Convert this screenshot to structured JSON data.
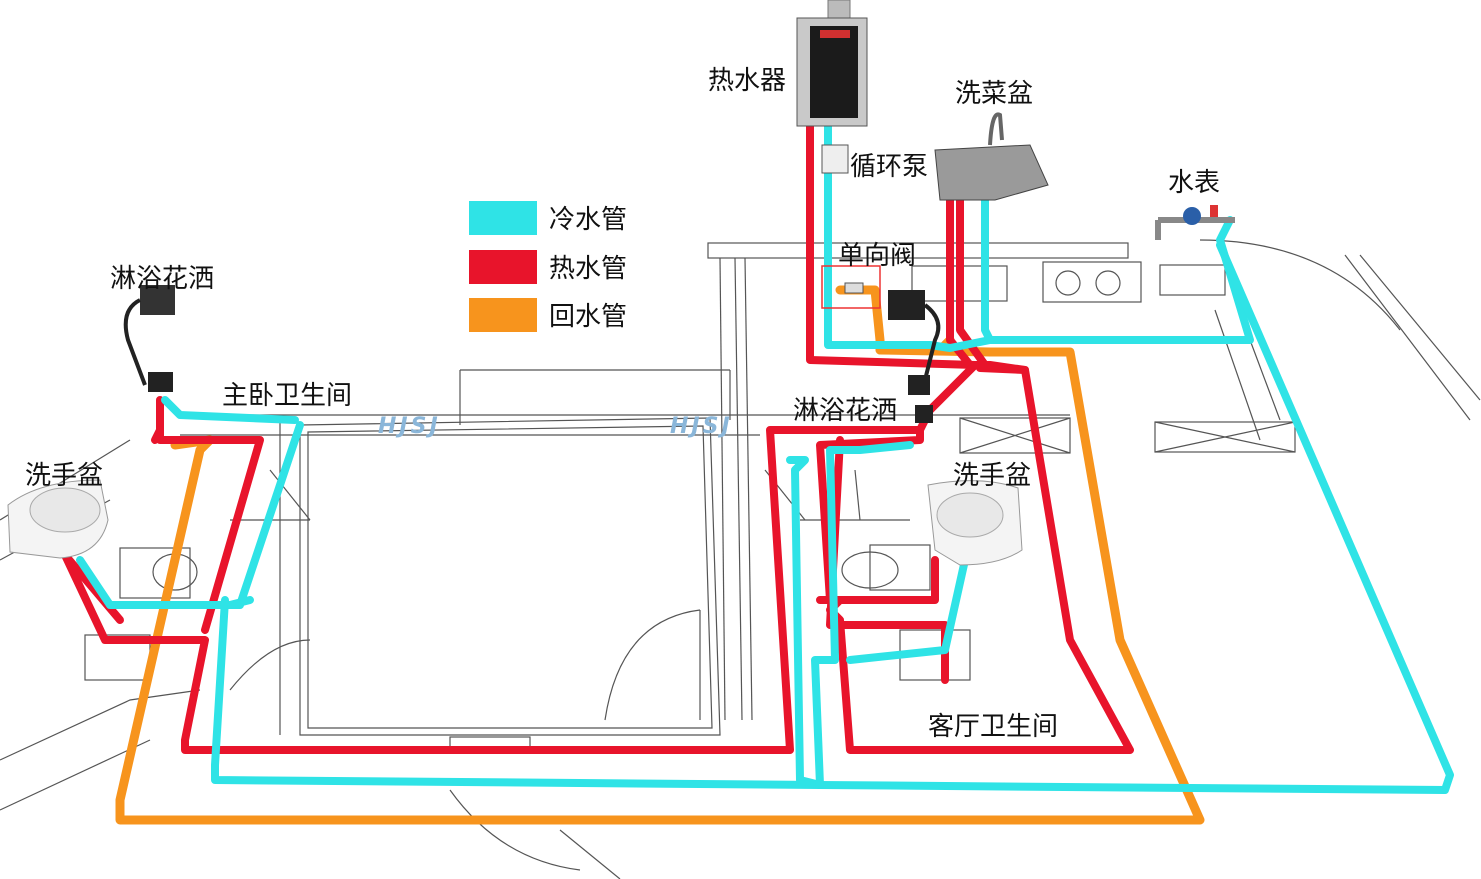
{
  "colors": {
    "cold": "#2fe3e6",
    "hot": "#e8142b",
    "return": "#f7941d",
    "line": "#444444"
  },
  "legend": [
    {
      "color": "#2fe3e6",
      "label": "冷水管"
    },
    {
      "color": "#e8142b",
      "label": "热水管"
    },
    {
      "color": "#f7941d",
      "label": "回水管"
    }
  ],
  "labels": {
    "water_heater": "热水器",
    "vegetable_sink": "洗菜盆",
    "circulation_pump": "循环泵",
    "water_meter": "水表",
    "check_valve": "单向阀",
    "shower_left": "淋浴花洒",
    "master_bathroom": "主卧卫生间",
    "wash_basin_left": "洗手盆",
    "shower_right": "淋浴花洒",
    "wash_basin_right": "洗手盆",
    "living_bathroom": "客厅卫生间"
  },
  "watermark": "HJSJ",
  "icons": [
    "water-heater-icon",
    "sink-icon",
    "pump-icon",
    "water-meter-icon",
    "shower-icon",
    "basin-icon",
    "toilet-icon",
    "stove-icon"
  ]
}
